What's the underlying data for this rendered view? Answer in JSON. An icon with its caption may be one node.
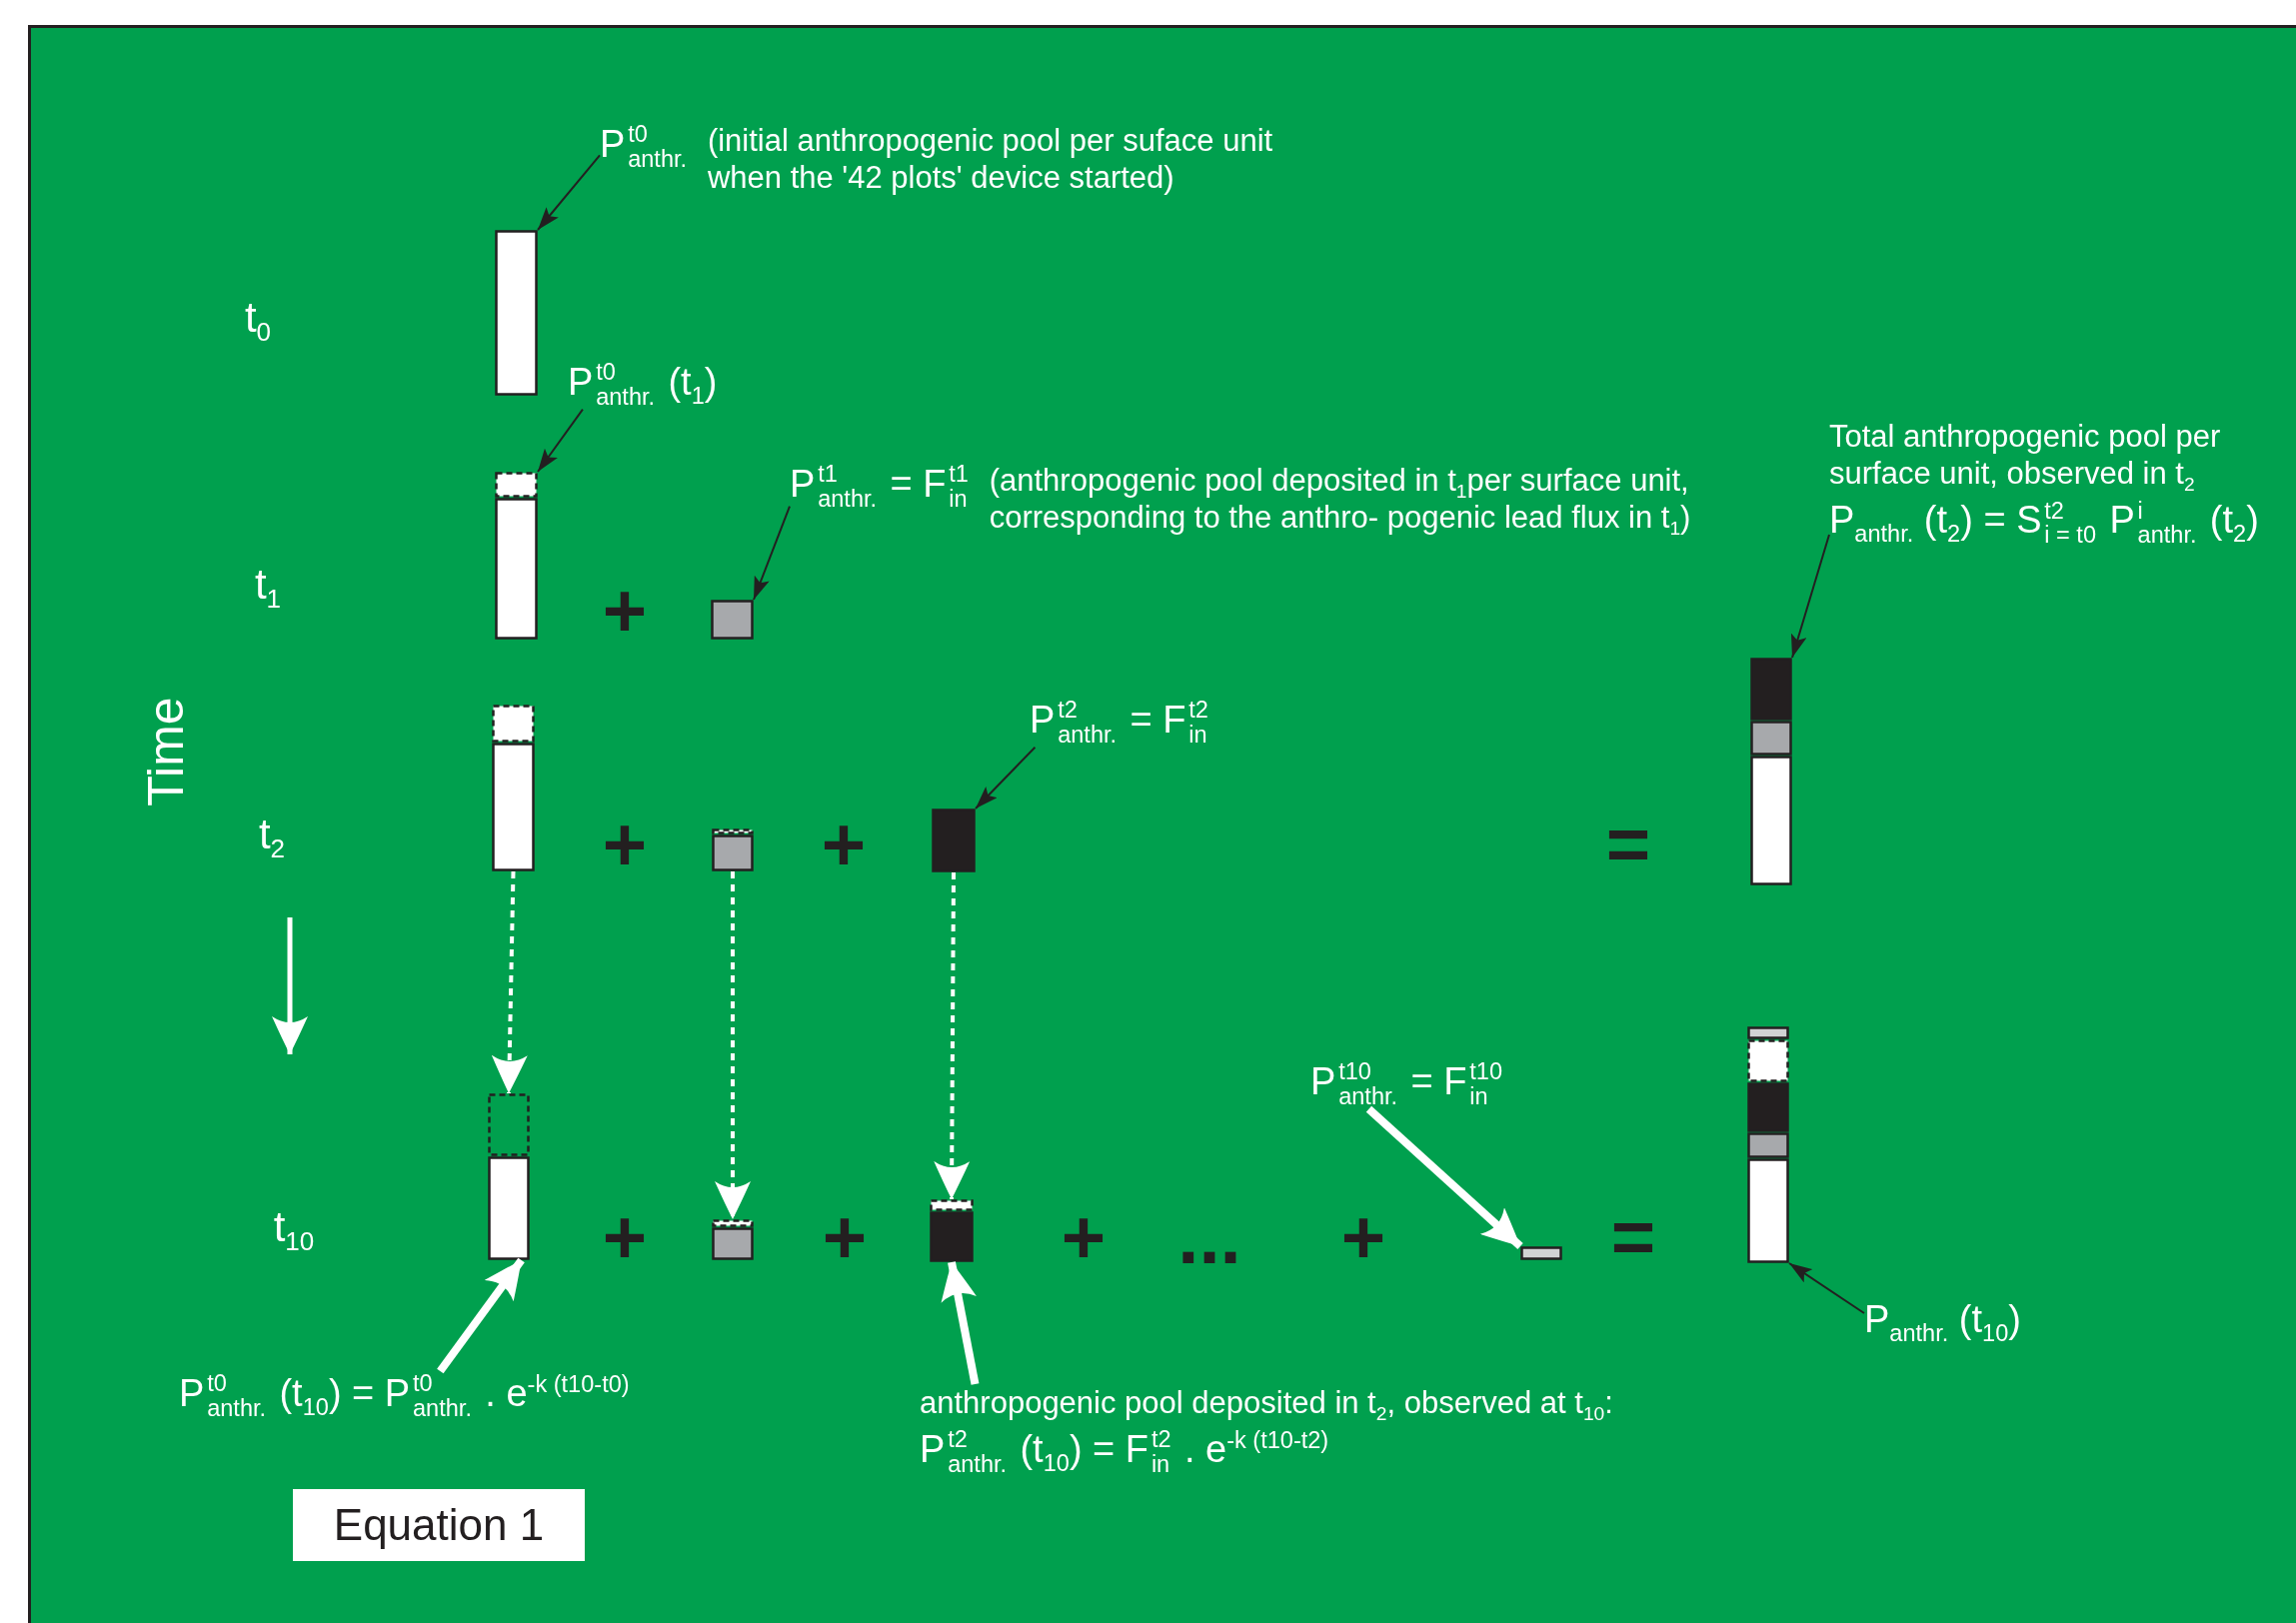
{
  "diagram": {
    "nodes": [
      {
        "text": [
          "P$^{t0}$$_{anthr.}$",
          "(initial anthropogenic pool per suface unit when the '42 plots' device started)"
        ]
      },
      {
        "text": [],
        "shape": "bar"
      },
      {
        "text": [
          "P$^{t0}$$_{anthr.}$ (t$_{1}$)"
        ]
      },
      {
        "text": [],
        "shape": "bar"
      },
      {
        "text": [
          "P$^{t1}$$_{anthr.}$ = F$^{t1}$$_{in}$",
          "(anthropogenic pool deposited in t$_{1}$per surface unit, corresponding  to the anthro- pogenic lead flux in t$_{1}$)"
        ]
      },
      {
        "text": [],
        "shape": "bar"
      },
      {
        "text": [
          "Total anthropogenic pool per surface unit, observed in t$_{2}$",
          "P$_{anthr.}$ (t$_{2}$) = S$^{t2}$$_{i = t0}$ P$^{i}$$_{anthr.}$ (t$_{2}$)"
        ]
      },
      {
        "text": [],
        "shape": "bar"
      },
      {
        "text": [],
        "shape": "bar"
      },
      {
        "text": [
          "P$^{t2}$$_{anthr.}$ = F$^{t2}$$_{in}$"
        ]
      },
      {
        "text": [],
        "shape": "bar"
      },
      {
        "text": [],
        "shape": "bar"
      },
      {
        "text": [],
        "shape": "bar"
      },
      {
        "text": [],
        "shape": "bar"
      },
      {
        "text": [],
        "shape": "bar"
      },
      {
        "text": [
          "P$^{t10}$$_{anthr.}$ = F$^{t10}$$_{in}$"
        ]
      },
      {
        "text": [],
        "shape": "bar"
      },
      {
        "text": [],
        "shape": "bar"
      },
      {
        "text": [
          "P$_{anthr.}$ (t$_{10}$)"
        ]
      },
      {
        "text": [
          "P$^{t0}$$_{anthr.}$ (t$_{10}$) =  P$^{t0}$$_{anthr.}$ . e$^{-k (t10-t0)}$"
        ]
      },
      {
        "text": [
          "Equation 1"
        ]
      },
      {
        "text": [
          "anthropogenic  pool deposited in t$_{2}$, observed at t$_{10}$:",
          "P$^{t2}$$_{anthr.}$ (t$_{10}$) =  F$^{t2}$$_{in}$ . e$^{-k (t10-t2)}$"
        ]
      }
    ],
    "edges": [
      {
        "from": 0,
        "to": 1,
        "arrow": "to"
      },
      {
        "from": 2,
        "to": 3,
        "arrow": "to"
      },
      {
        "from": 4,
        "to": 5,
        "arrow": "to"
      },
      {
        "from": 9,
        "to": 10,
        "arrow": "to"
      },
      {
        "from": 6,
        "to": 11,
        "arrow": "to"
      },
      {
        "from": 18,
        "to": 17,
        "arrow": "to"
      },
      {
        "from": 15,
        "to": 16,
        "arrow": "to",
        "style": "thick",
        "color": "#ffffff"
      },
      {
        "from": 19,
        "to": 12,
        "arrow": "to",
        "style": "thick",
        "color": "#ffffff"
      },
      {
        "from": 21,
        "to": 14,
        "arrow": "to",
        "style": "thick",
        "color": "#ffffff"
      },
      {
        "from": 7,
        "to": 12,
        "arrow": "to",
        "style": "dashed",
        "color": "#ffffff"
      },
      {
        "from": 8,
        "to": 13,
        "arrow": "to",
        "style": "dashed",
        "color": "#ffffff"
      },
      {
        "from": 10,
        "to": 14,
        "arrow": "to",
        "style": "dashed",
        "color": "#ffffff"
      }
    ],
    "labels": [
      "t$_{0}$",
      "t$_{1}$",
      "+",
      "Time",
      "t$_{2}$",
      "+",
      "+",
      "=",
      "t$_{10}$",
      "+",
      "+",
      "+",
      "...",
      "+",
      "="
    ]
  }
}
